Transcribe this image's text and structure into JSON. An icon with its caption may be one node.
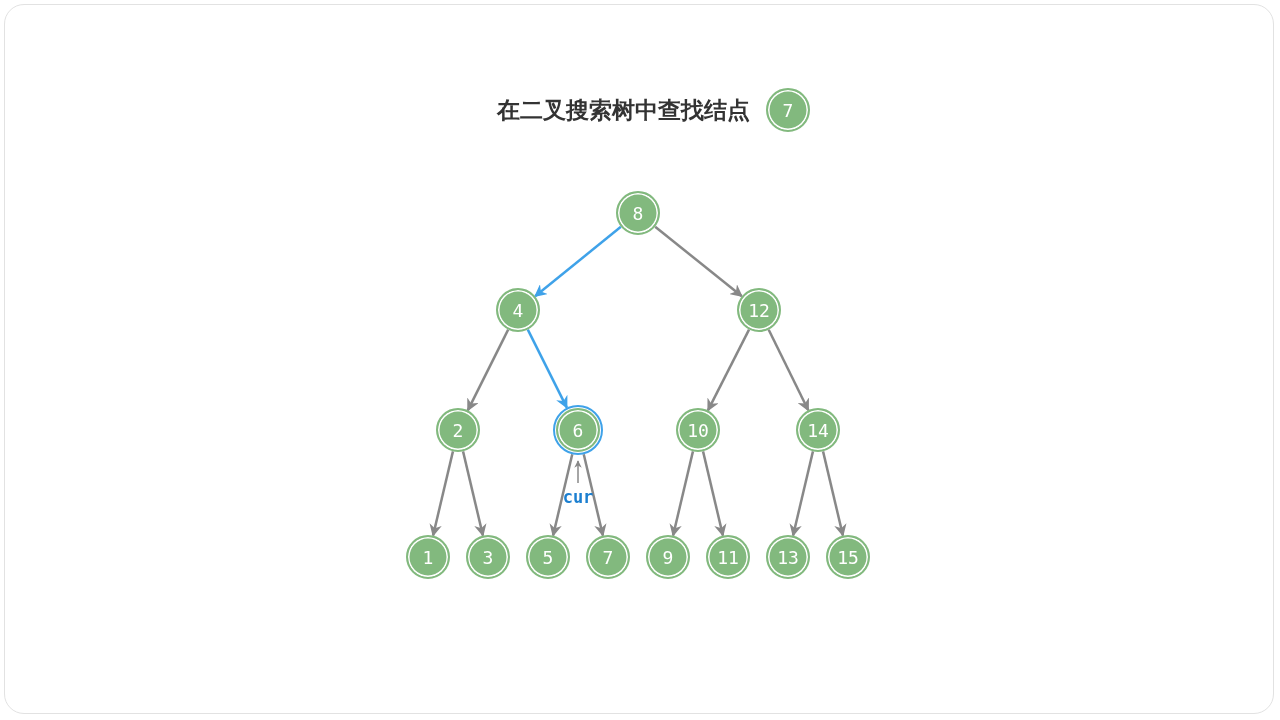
{
  "diagram": {
    "title": "在二叉搜索树中查找结点",
    "nodes": [
      {
        "text": [
          "7"
        ]
      },
      {
        "text": [
          "8"
        ]
      },
      {
        "text": [
          "4"
        ]
      },
      {
        "text": [
          "12"
        ]
      },
      {
        "text": [
          "2"
        ]
      },
      {
        "text": [
          "6"
        ]
      },
      {
        "text": [
          "10"
        ]
      },
      {
        "text": [
          "14"
        ]
      },
      {
        "text": [
          "1"
        ]
      },
      {
        "text": [
          "3"
        ]
      },
      {
        "text": [
          "5"
        ]
      },
      {
        "text": [
          "7"
        ]
      },
      {
        "text": [
          "9"
        ]
      },
      {
        "text": [
          "11"
        ]
      },
      {
        "text": [
          "13"
        ]
      },
      {
        "text": [
          "15"
        ]
      },
      {
        "text": [
          "cur"
        ]
      }
    ],
    "edges": [
      {
        "from": 1,
        "to": 2,
        "arrow": "to",
        "color": "#3fa2e9"
      },
      {
        "from": 1,
        "to": 3,
        "arrow": "to"
      },
      {
        "from": 2,
        "to": 4,
        "arrow": "to"
      },
      {
        "from": 2,
        "to": 5,
        "arrow": "to",
        "color": "#3fa2e9"
      },
      {
        "from": 3,
        "to": 6,
        "arrow": "to"
      },
      {
        "from": 3,
        "to": 7,
        "arrow": "to"
      },
      {
        "from": 4,
        "to": 8,
        "arrow": "to"
      },
      {
        "from": 4,
        "to": 9,
        "arrow": "to"
      },
      {
        "from": 5,
        "to": 10,
        "arrow": "to"
      },
      {
        "from": 5,
        "to": 11,
        "arrow": "to"
      },
      {
        "from": 6,
        "to": 12,
        "arrow": "to"
      },
      {
        "from": 6,
        "to": 13,
        "arrow": "to"
      },
      {
        "from": 7,
        "to": 14,
        "arrow": "to"
      },
      {
        "from": 7,
        "to": 15,
        "arrow": "to"
      },
      {
        "from": 16,
        "to": 5,
        "arrow": "to"
      }
    ]
  }
}
